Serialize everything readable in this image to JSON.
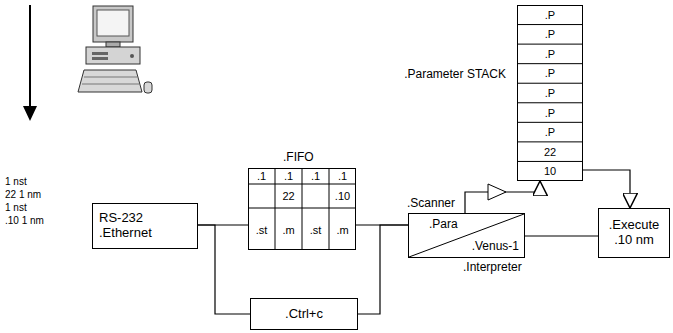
{
  "diagram": {
    "nodes": [
      {
        "text": [
          "RS-232 .Ethernet"
        ]
      },
      {
        "text": [
          ".FIFO"
        ]
      },
      {
        "text": [
          ".Scanner",
          ".Para",
          ".Venus-1",
          ".Interpreter"
        ]
      },
      {
        "text": [
          ".Parameter STACK"
        ]
      },
      {
        "text": [
          ".Execute",
          ".10 nm"
        ]
      },
      {
        "text": [
          ".Ctrl+c"
        ]
      }
    ],
    "edges": [
      {
        "from": 0,
        "to": 1,
        "arrow": "none"
      },
      {
        "from": 1,
        "to": 2,
        "arrow": "none"
      },
      {
        "from": 0,
        "to": 5,
        "arrow": "none"
      },
      {
        "from": 5,
        "to": 2,
        "arrow": "none"
      },
      {
        "from": 2,
        "to": 3,
        "arrow": "to"
      },
      {
        "from": 3,
        "to": 4,
        "arrow": "to"
      },
      {
        "from": 2,
        "to": 4,
        "arrow": "none"
      }
    ],
    "labels": [
      "1 nst",
      "22 1 nm",
      "1 nst",
      ".10 1 nm",
      ".1",
      ".1",
      ".1",
      ".1",
      "22",
      ".10",
      ".st",
      ".m",
      ".st",
      ".m",
      ".P",
      ".P",
      ".P",
      ".P",
      ".P",
      ".P",
      ".P",
      "22",
      "10"
    ]
  }
}
